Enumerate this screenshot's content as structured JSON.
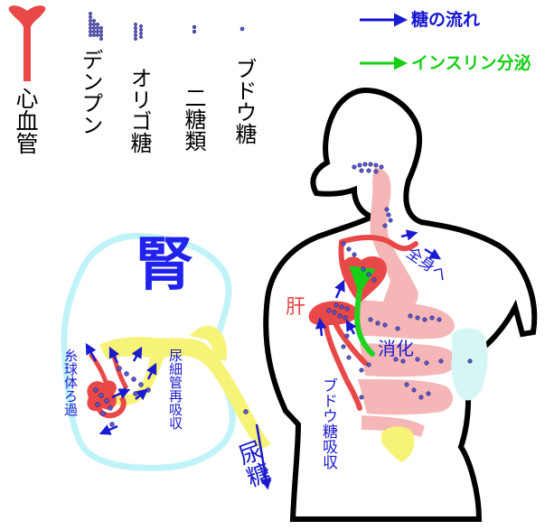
{
  "legend": {
    "sugar_flow": "糖の流れ",
    "insulin": "インスリン分泌",
    "sugar_flow_color": "#1515d0",
    "insulin_color": "#16d016"
  },
  "heart_vessel": {
    "label": "心血管",
    "color": "#e94848"
  },
  "sugar_types": [
    {
      "label": "デンプン"
    },
    {
      "label": "オリゴ糖"
    },
    {
      "label": "二糖類"
    },
    {
      "label": "ブドウ糖"
    }
  ],
  "body": {
    "liver": "肝",
    "digestion": "消化",
    "whole_body": "全身へ",
    "glucose_absorption": "ブドウ糖吸収"
  },
  "kidney": {
    "title": "腎",
    "glomerular_filtration": "糸球体ろ過",
    "tubular_reabsorption": "尿細管再吸収",
    "urine_sugar": "尿糖"
  },
  "colors": {
    "dot": "#5a5ad6",
    "dot_outline": "#1a1a60",
    "vessel": "#ea4a4a",
    "gut": "#f4b6b6",
    "kidney_outline": "#bff3f8",
    "yellow": "#f7f377",
    "pancreas": "#d6f6f6",
    "insulin": "#1ed41e",
    "arrow": "#1a1ad0",
    "title_blue": "#2222ee"
  }
}
